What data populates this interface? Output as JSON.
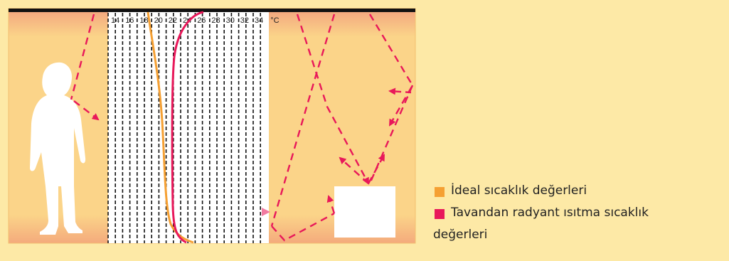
{
  "scale": {
    "ticks": [
      "14",
      "16",
      "18",
      "20",
      "22",
      "24",
      "26",
      "28",
      "30",
      "32",
      "34"
    ],
    "unit": "°C"
  },
  "legend": {
    "items": [
      {
        "label": "İdeal sıcaklık değerleri",
        "color": "#f5a033"
      },
      {
        "label": "Tavandan radyant ısıtma sıcaklık",
        "label_cont": "değerleri",
        "color": "#e8185a"
      }
    ]
  },
  "colors": {
    "page_bg": "#fde9a6",
    "room_fill": "#fbd489",
    "room_edge": "#f0a878",
    "ceiling": "#111111",
    "arrow": "#e8185a"
  },
  "icons": {
    "person": "person-silhouette-icon",
    "object": "box-object"
  }
}
